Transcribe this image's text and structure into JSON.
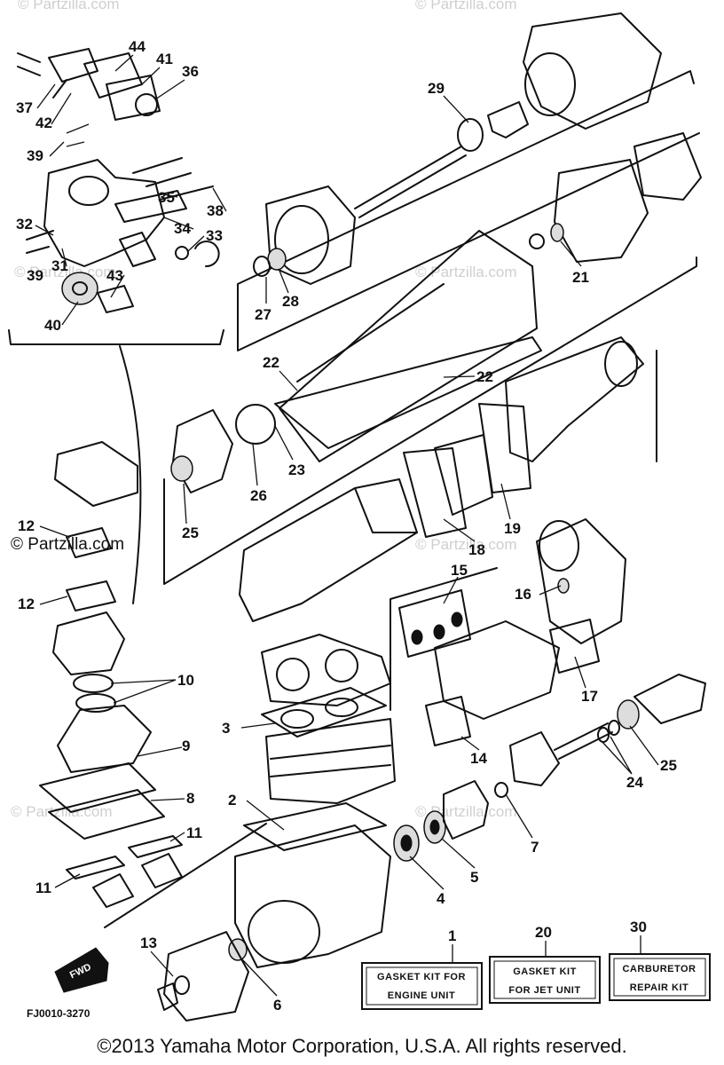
{
  "watermarks": {
    "site": "© Partzilla.com",
    "site_dark": "© Partzilla.com"
  },
  "callouts": [
    "44",
    "41",
    "36",
    "37",
    "42",
    "39",
    "35",
    "38",
    "32",
    "34",
    "33",
    "31",
    "39",
    "43",
    "40",
    "29",
    "27",
    "28",
    "21",
    "22",
    "22",
    "23",
    "26",
    "25",
    "12",
    "12",
    "19",
    "18",
    "15",
    "16",
    "10",
    "17",
    "3",
    "9",
    "14",
    "25",
    "24",
    "2",
    "8",
    "11",
    "11",
    "7",
    "4",
    "5",
    "13",
    "6"
  ],
  "kits": [
    {
      "number": "1",
      "line1": "GASKET KIT FOR",
      "line2": "ENGINE UNIT"
    },
    {
      "number": "20",
      "line1": "GASKET KIT",
      "line2": "FOR JET UNIT"
    },
    {
      "number": "30",
      "line1": "CARBURETOR",
      "line2": "REPAIR KIT"
    }
  ],
  "diagram_code": "FJ0010-3270",
  "copyright": "©2013  Yamaha Motor Corporation, U.S.A. All rights reserved."
}
